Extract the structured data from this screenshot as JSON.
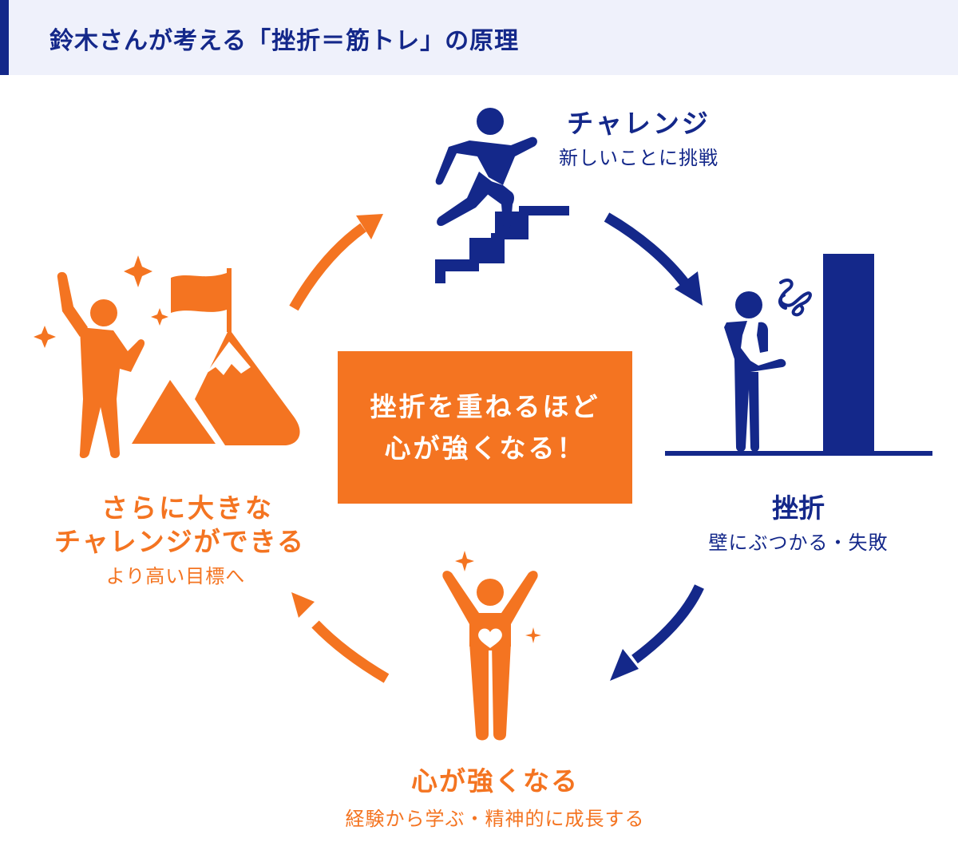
{
  "header": {
    "title": "鈴木さんが考える「挫折＝筋トレ」の原理",
    "accent_color": "#14288a",
    "background_color": "#eff1fb"
  },
  "colors": {
    "navy": "#14288a",
    "orange": "#f47421",
    "white": "#ffffff"
  },
  "cycle": {
    "steps": [
      {
        "id": "challenge",
        "title": "チャレンジ",
        "subtitle": "新しいことに挑戦",
        "icon": "person-climbing-stairs-icon",
        "color": "navy"
      },
      {
        "id": "setback",
        "title": "挫折",
        "subtitle": "壁にぶつかる・失敗",
        "icon": "person-facing-wall-frustrated-icon",
        "color": "navy"
      },
      {
        "id": "stronger",
        "title": "心が強くなる",
        "subtitle": "経験から学ぶ・精神的に成長する",
        "icon": "person-arms-raised-heart-icon",
        "color": "orange"
      },
      {
        "id": "bigger-challenge",
        "title_line1": "さらに大きな",
        "title_line2": "チャレンジができる",
        "subtitle": "より高い目標へ",
        "icon": "person-mountain-flag-icon",
        "color": "orange"
      }
    ],
    "arrows": [
      {
        "from": "challenge",
        "to": "setback",
        "color": "navy"
      },
      {
        "from": "setback",
        "to": "stronger",
        "color": "navy"
      },
      {
        "from": "stronger",
        "to": "bigger-challenge",
        "color": "orange"
      },
      {
        "from": "bigger-challenge",
        "to": "challenge",
        "color": "orange"
      }
    ]
  },
  "center": {
    "line1": "挫折を重ねるほど",
    "line2": "心が強くなる！"
  }
}
